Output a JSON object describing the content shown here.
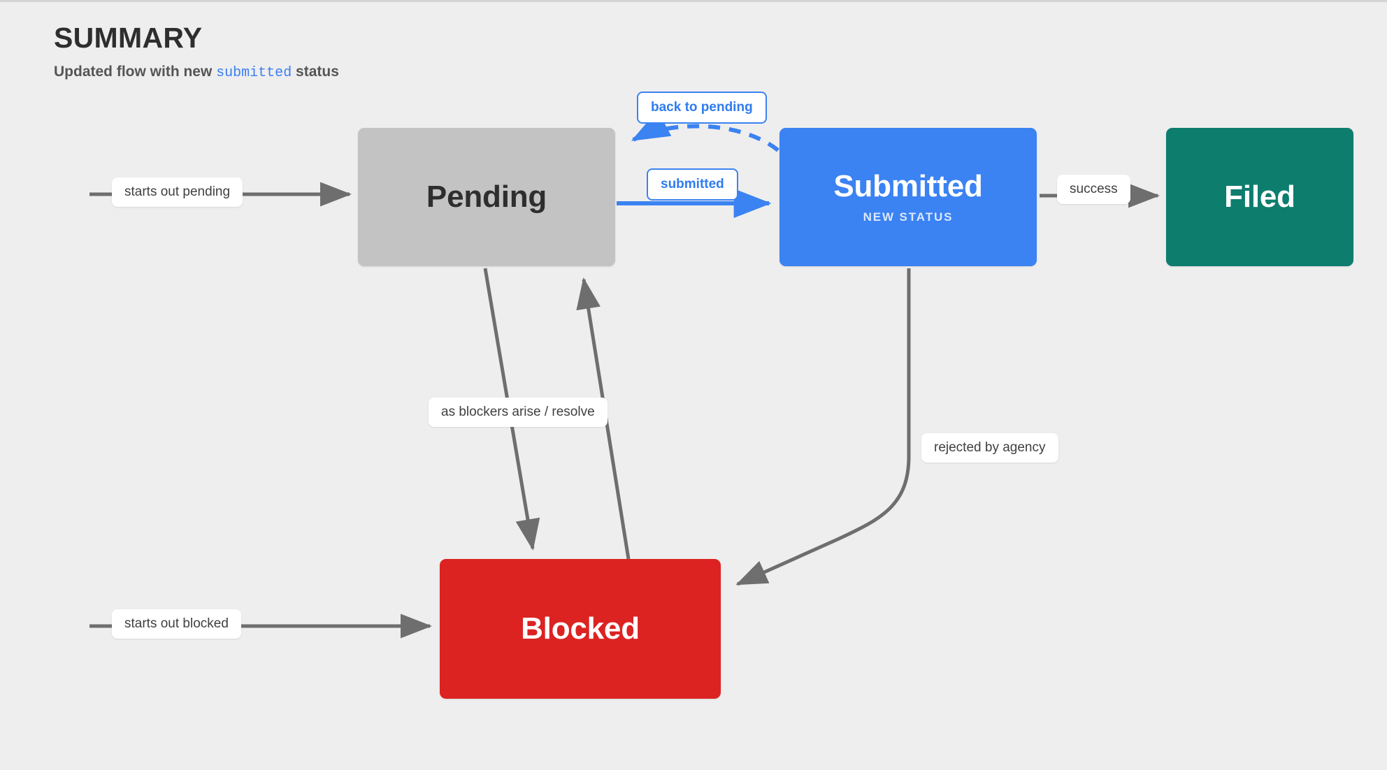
{
  "header": {
    "title": "SUMMARY",
    "subtitle_prefix": "Updated flow with new ",
    "subtitle_code": "submitted",
    "subtitle_suffix": " status"
  },
  "colors": {
    "background": "#efeeee",
    "pending": "#c3c3c3",
    "submitted": "#3b82f2",
    "filed": "#0d7d6e",
    "blocked": "#dd2222",
    "accent_blue": "#3b82f2",
    "edge_gray": "#6e6e6e",
    "label_text": "#3f3f3f",
    "title_text": "#2e2e2e"
  },
  "nodes": [
    {
      "id": "pending",
      "label": "Pending",
      "sublabel": ""
    },
    {
      "id": "submitted",
      "label": "Submitted",
      "sublabel": "NEW STATUS"
    },
    {
      "id": "filed",
      "label": "Filed",
      "sublabel": ""
    },
    {
      "id": "blocked",
      "label": "Blocked",
      "sublabel": ""
    }
  ],
  "edges": [
    {
      "id": "start-pending",
      "from": "start",
      "to": "pending",
      "label": "starts out pending",
      "style": "solid",
      "color": "#6e6e6e"
    },
    {
      "id": "start-blocked",
      "from": "start",
      "to": "blocked",
      "label": "starts out blocked",
      "style": "solid",
      "color": "#6e6e6e"
    },
    {
      "id": "pending-submitted",
      "from": "pending",
      "to": "submitted",
      "label": "submitted",
      "style": "solid",
      "color": "#3b82f2"
    },
    {
      "id": "submitted-pending",
      "from": "submitted",
      "to": "pending",
      "label": "back to pending",
      "style": "dashed",
      "color": "#3b82f2"
    },
    {
      "id": "submitted-filed",
      "from": "submitted",
      "to": "filed",
      "label": "success",
      "style": "solid",
      "color": "#6e6e6e"
    },
    {
      "id": "pending-blocked",
      "from": "pending",
      "to": "blocked",
      "label": "as blockers arise / resolve",
      "style": "solid",
      "color": "#6e6e6e"
    },
    {
      "id": "blocked-pending",
      "from": "blocked",
      "to": "pending",
      "label": "as blockers arise / resolve",
      "style": "solid",
      "color": "#6e6e6e"
    },
    {
      "id": "submitted-blocked",
      "from": "submitted",
      "to": "blocked",
      "label": "rejected by agency",
      "style": "solid",
      "color": "#6e6e6e"
    }
  ]
}
